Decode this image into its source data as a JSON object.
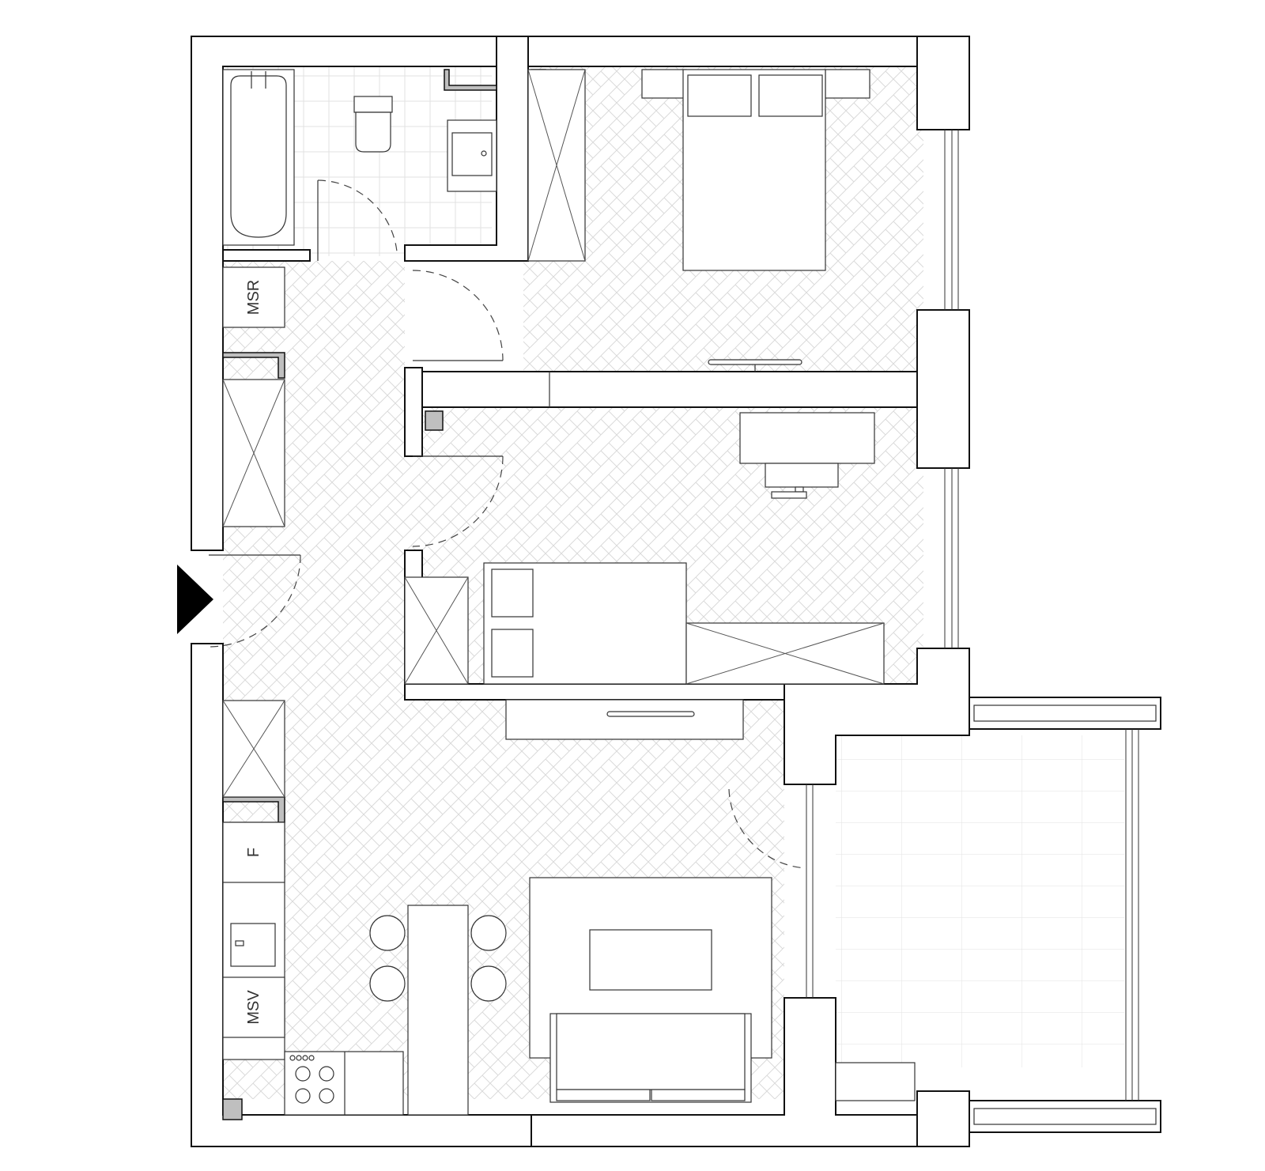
{
  "plan": {
    "labels": {
      "msr": "MSR",
      "f": "F",
      "msv": "MSV"
    },
    "colors": {
      "wall_stroke": "#111111",
      "line": "#333333",
      "floor_pattern": "#d8d8d8",
      "entrance_marker": "#000000"
    }
  }
}
